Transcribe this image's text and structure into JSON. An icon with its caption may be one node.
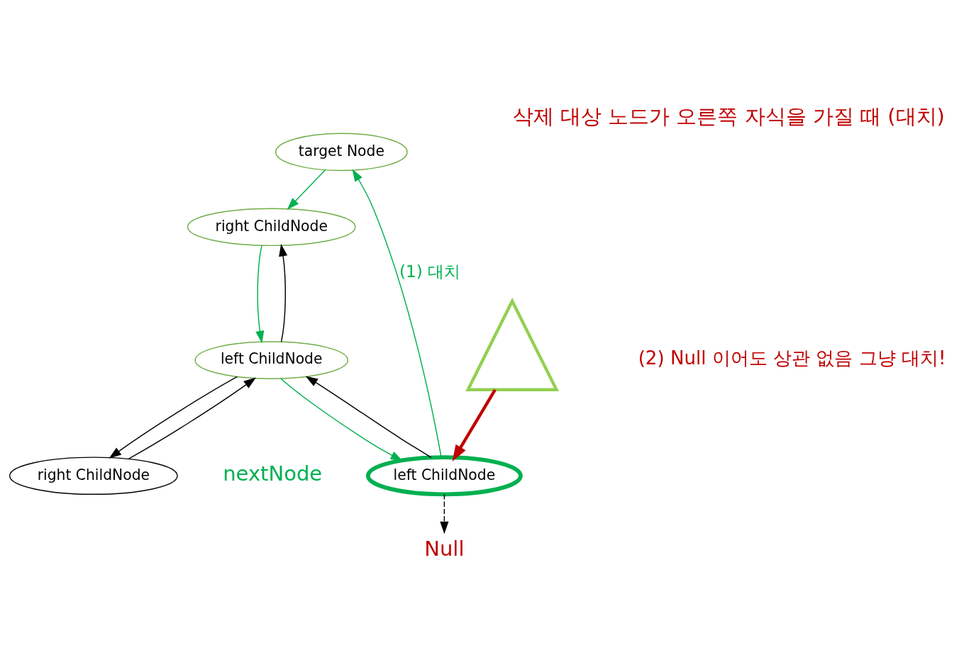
{
  "diagram": {
    "title": "삭제 대상 노드가 오른쪽 자식을 가질 때 (대치)",
    "nodes": [
      {
        "text": [
          "target Node"
        ]
      },
      {
        "text": [
          "right ChildNode"
        ]
      },
      {
        "text": [
          "left ChildNode"
        ]
      },
      {
        "text": [
          "left ChildNode"
        ],
        "beside": [
          "nextNode"
        ]
      },
      {
        "text": [
          "right ChildNode"
        ]
      },
      {
        "text": [
          "Null"
        ]
      },
      {
        "text": [],
        "shape": "triangle"
      }
    ],
    "edges": [
      {
        "from": 0,
        "to": 1,
        "arrow": "to",
        "color": "#00b050"
      },
      {
        "from": 1,
        "to": 2,
        "arrow": "to",
        "color": "#00b050"
      },
      {
        "from": 2,
        "to": 1,
        "arrow": "to"
      },
      {
        "from": 2,
        "to": 3,
        "arrow": "to",
        "color": "#00b050"
      },
      {
        "from": 3,
        "to": 2,
        "arrow": "to"
      },
      {
        "from": 2,
        "to": 4,
        "arrow": "to"
      },
      {
        "from": 4,
        "to": 2,
        "arrow": "to"
      },
      {
        "from": 3,
        "to": 0,
        "arrow": "to",
        "color": "#00b050",
        "label": "(1) 대치"
      },
      {
        "from": 3,
        "to": 5,
        "arrow": "to",
        "style": "dashed"
      },
      {
        "from": 6,
        "to": 3,
        "arrow": "to",
        "style": "thick",
        "color": "#c00000"
      }
    ],
    "labels": [
      "(2) Null 이어도 상관 없음 그냥 대치!"
    ]
  }
}
